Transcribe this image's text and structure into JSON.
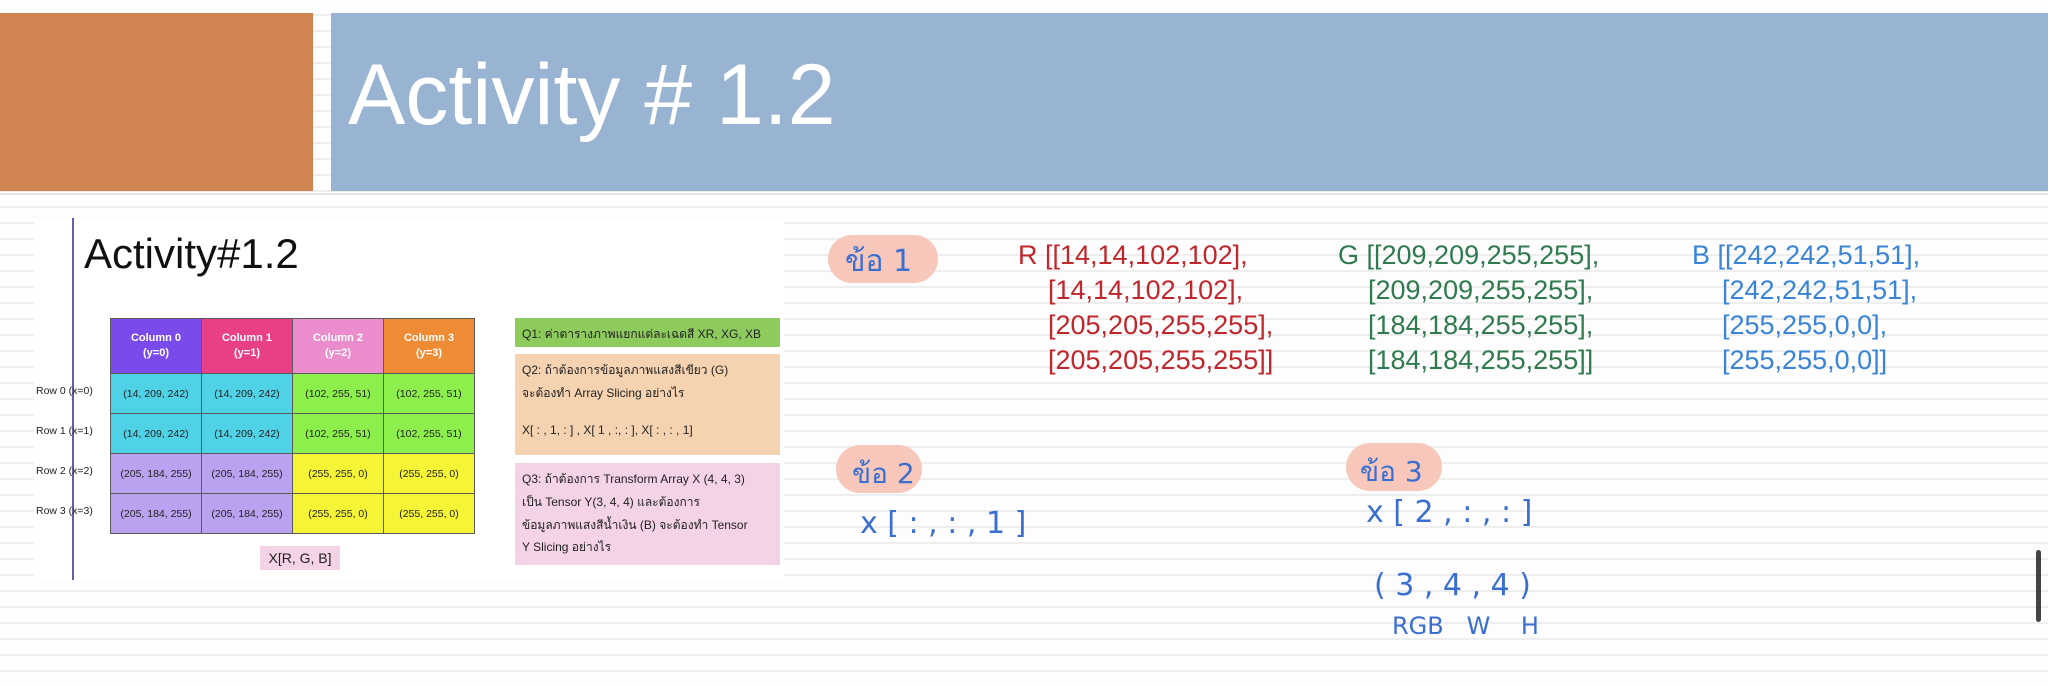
{
  "header": {
    "title": "Activity # 1.2"
  },
  "slide": {
    "title": "Activity#1.2",
    "columns": [
      {
        "name": "Column 0",
        "sub": "(y=0)"
      },
      {
        "name": "Column 1",
        "sub": "(y=1)"
      },
      {
        "name": "Column 2",
        "sub": "(y=2)"
      },
      {
        "name": "Column 3",
        "sub": "(y=3)"
      }
    ],
    "rows": [
      {
        "label": "Row 0 (x=0)",
        "cells": [
          "(14, 209, 242)",
          "(14, 209, 242)",
          "(102, 255, 51)",
          "(102, 255, 51)"
        ]
      },
      {
        "label": "Row 1 (x=1)",
        "cells": [
          "(14, 209, 242)",
          "(14, 209, 242)",
          "(102, 255, 51)",
          "(102, 255, 51)"
        ]
      },
      {
        "label": "Row 2 (x=2)",
        "cells": [
          "(205, 184, 255)",
          "(205, 184, 255)",
          "(255, 255, 0)",
          "(255, 255, 0)"
        ]
      },
      {
        "label": "Row 3 (x=3)",
        "cells": [
          "(205, 184, 255)",
          "(205, 184, 255)",
          "(255, 255, 0)",
          "(255, 255, 0)"
        ]
      }
    ],
    "xrgb": "X[R, G, B]",
    "q1": "Q1: ค่าตารางภาพแยกแต่ละเฉดสี XR, XG, XB",
    "q2_line1": "Q2: ถ้าต้องการข้อมูลภาพแสงสีเขียว (G)",
    "q2_line2": "จะต้องทำ Array Slicing อย่างไร",
    "q2_line3": "X[ : , 1, : ] , X[ 1 , :, : ], X[ : , : , 1]",
    "q3_line1": "Q3: ถ้าต้องการ Transform Array X (4, 4, 3)",
    "q3_line2": "เป็น Tensor Y(3, 4, 4) และต้องการ",
    "q3_line3": "ข้อมูลภาพแสงสีน้ำเงิน (B) จะต้องทำ Tensor",
    "q3_line4": "Y Slicing อย่างไร"
  },
  "notes": {
    "q1_label": "ข้อ 1",
    "r": "R [[14,14,102,102],\n    [14,14,102,102],\n    [205,205,255,255],\n    [205,205,255,255]]",
    "g": "G [[209,209,255,255],\n    [209,209,255,255],\n    [184,184,255,255],\n    [184,184,255,255]]",
    "b": "B [[242,242,51,51],\n    [242,242,51,51],\n    [255,255,0,0],\n    [255,255,0,0]]",
    "q2_label": "ข้อ 2",
    "q2_answer": "x [ : , : , 1 ]",
    "q3_label": "ข้อ 3",
    "q3_answer": "x [ 2 , : , : ]",
    "shape": "( 3 , 4 , 4 )",
    "shape_labels": "RGB   W    H"
  },
  "colors": {
    "orange": "#cf8451",
    "banner": "#98b4d2",
    "red": "#c0272d",
    "green": "#2f7a4e",
    "blue": "#3a84d8"
  }
}
